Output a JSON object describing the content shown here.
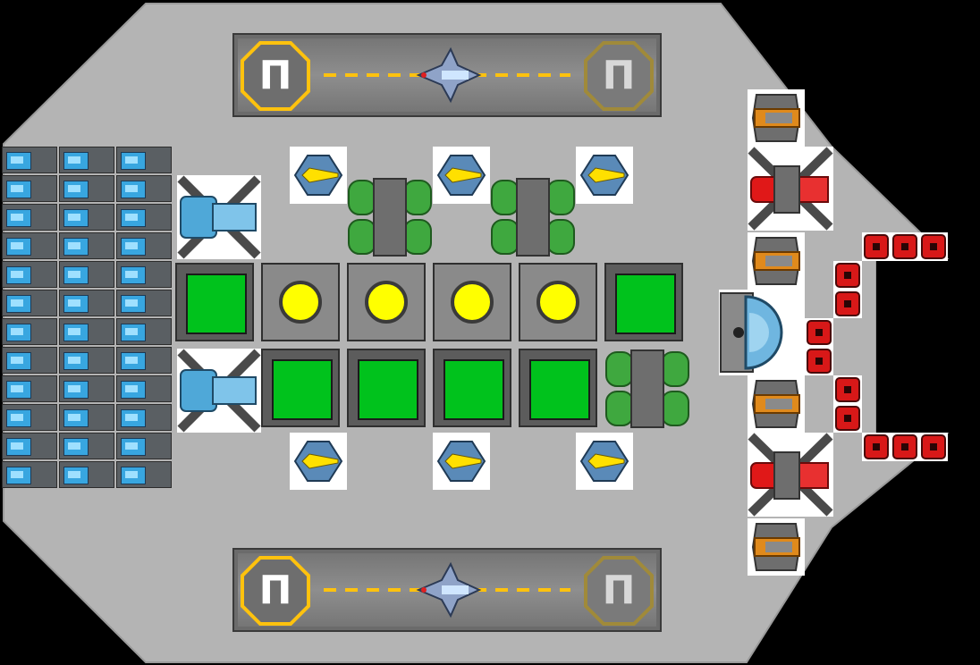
{
  "hangars": [
    {
      "id": "top",
      "pads": [
        {
          "label": "Π",
          "active": true
        },
        {
          "label": "Π",
          "active": false
        }
      ]
    },
    {
      "id": "bottom",
      "pads": [
        {
          "label": "Π",
          "active": true
        },
        {
          "label": "Π",
          "active": false
        }
      ]
    }
  ],
  "colors": {
    "hull": "#b4b4b4",
    "room_green": "#00c21c",
    "reactor_core": "#ffff00",
    "pad_active": "#ffc20e",
    "pad_inactive": "#a08a3a",
    "weapon_red": "#e01818",
    "turret_orange": "#e08a1c",
    "cell_blue": "#38a6e0"
  },
  "modules": {
    "power_cells": {
      "columns": 3,
      "rows": 12,
      "icon": "power-cell-icon"
    },
    "engines": {
      "count": 2,
      "icon": "blue-engine-icon"
    },
    "reactors": {
      "count": 4,
      "icon": "reactor-icon"
    },
    "green_rooms": {
      "count": 6
    },
    "green_tanks": {
      "count": 3,
      "icon": "green-tank-icon"
    },
    "thrusters": {
      "count": 6,
      "icon": "yellow-thruster-icon"
    },
    "heavy_cannons": {
      "count": 2,
      "icon": "red-cannon-icon"
    },
    "small_turrets": {
      "count": 4,
      "icon": "orange-turret-icon"
    },
    "shield_dome": {
      "icon": "shield-dome-icon"
    },
    "red_mines": {
      "count": 12,
      "icon": "red-mine-icon"
    }
  }
}
